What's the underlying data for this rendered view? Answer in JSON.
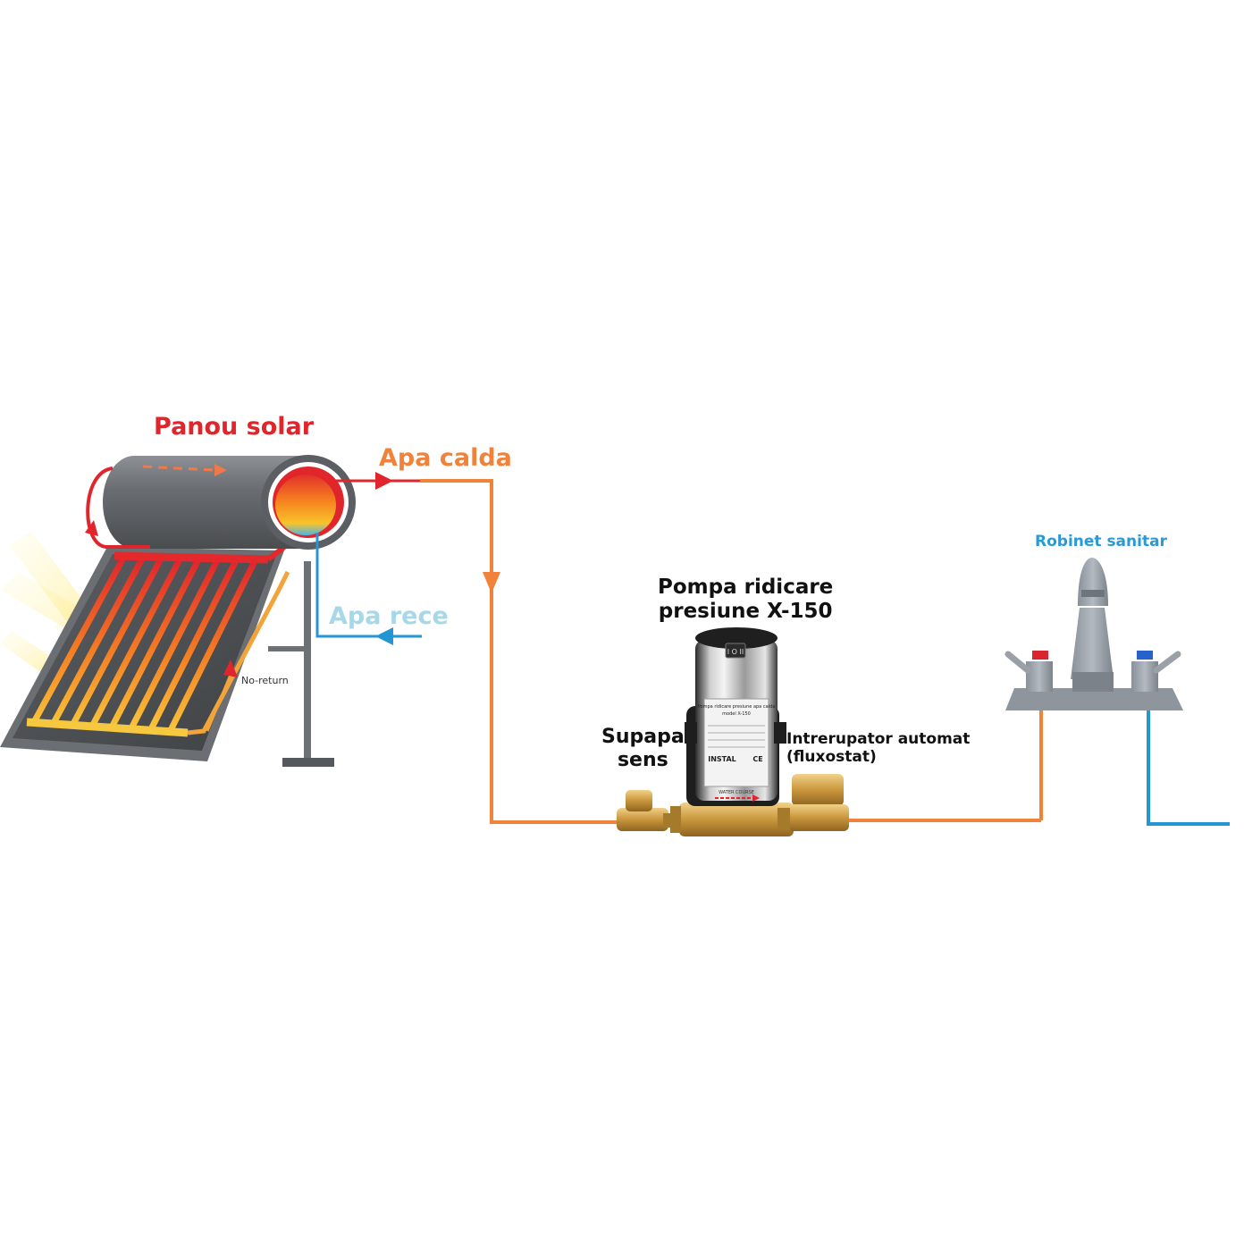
{
  "labels": {
    "solar_panel": "Panou solar",
    "hot_water": "Apa calda",
    "cold_water": "Apa rece",
    "pump": [
      "Pompa ridicare",
      "presiune X-150"
    ],
    "check_valve": [
      "Supapa",
      "sens"
    ],
    "flow_switch": [
      "Intrerupator automat",
      "(fluxostat)"
    ],
    "faucet": "Robinet sanitar",
    "no_return": "No-return"
  },
  "pump_plate": {
    "title": "Pompa ridicare presiune apa calda",
    "model": "model X-150",
    "brand": "INSTAL",
    "switch": "I O II",
    "flow": "WATER COURSE"
  },
  "colors": {
    "solar_label": "#e0252b",
    "hot": "#f0823a",
    "cold_label": "#a7d8ea",
    "cold_pipe": "#2596d4",
    "faucet_label": "#2a9ad6",
    "brass": "#d4a64a"
  },
  "icons": [
    "sun-rays-icon",
    "solar-collector-icon",
    "water-tank-icon",
    "flow-arrow-icon",
    "pump-icon",
    "check-valve-icon",
    "flow-switch-icon",
    "faucet-icon"
  ]
}
